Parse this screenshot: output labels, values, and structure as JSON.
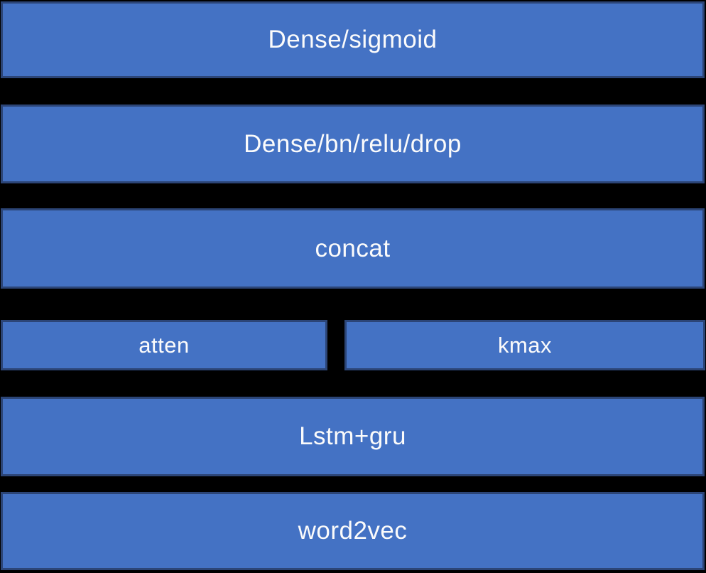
{
  "colors": {
    "background": "#000000",
    "box_fill": "#4472C4",
    "box_border": "#2c4577",
    "box_text": "#FBFBFB"
  },
  "rows": [
    {
      "boxes": [
        {
          "label": "Dense/sigmoid"
        }
      ]
    },
    {
      "boxes": [
        {
          "label": "Dense/bn/relu/drop"
        }
      ]
    },
    {
      "boxes": [
        {
          "label": "concat"
        }
      ]
    },
    {
      "boxes": [
        {
          "label": "atten"
        },
        {
          "label": "kmax"
        }
      ]
    },
    {
      "boxes": [
        {
          "label": "Lstm+gru"
        }
      ]
    },
    {
      "boxes": [
        {
          "label": "word2vec"
        }
      ]
    }
  ]
}
